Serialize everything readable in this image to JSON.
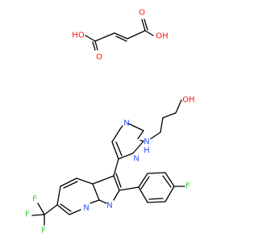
{
  "colors": {
    "bond": "#000000",
    "oxygen": "#ff0d0d",
    "nitrogen": "#3050f8",
    "fluorine": "#33cc33"
  },
  "labels": {
    "ho_left": "HO",
    "o_left": "O",
    "o_right": "O",
    "oh_right": "OH",
    "oh_chain": "OH",
    "nh": "N",
    "nh_h": "H",
    "pyr_n_top": "N",
    "pyr_n_right": "N",
    "f_phenyl": "F",
    "n_bridge": "N",
    "n_pyrazole": "N",
    "f_cf3_top": "F",
    "f_cf3_left": "F",
    "f_cf3_bottom": "F"
  }
}
